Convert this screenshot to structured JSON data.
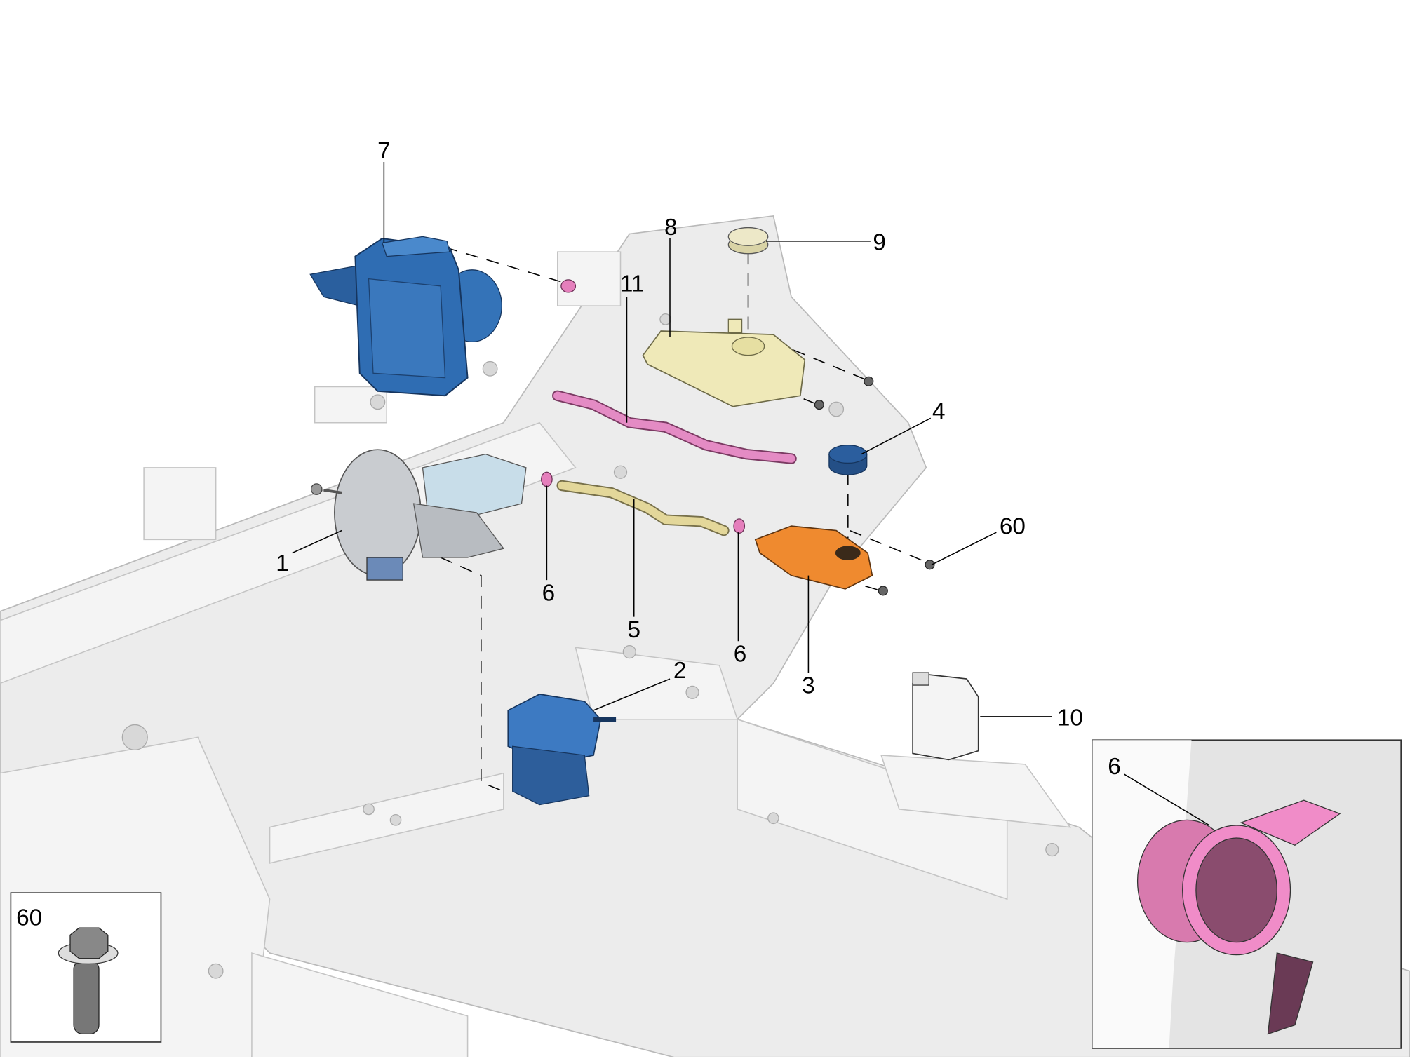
{
  "diagram": {
    "colors": {
      "abs_module": "#2f6db3",
      "reservoir_yellow": "#efe9b8",
      "hose_pink": "#e48bc4",
      "hose_yellow": "#e3d79a",
      "reservoir_orange": "#ef8a2f",
      "cap_blue": "#2b5e9e",
      "clip_pink": "#f08cc8",
      "frame_grey": "#ececec"
    },
    "callouts": [
      {
        "id": "7",
        "label": "7",
        "part": "abs-hydraulic-unit"
      },
      {
        "id": "8",
        "label": "8",
        "part": "brake-fluid-reservoir"
      },
      {
        "id": "9",
        "label": "9",
        "part": "reservoir-cap"
      },
      {
        "id": "11",
        "label": "11",
        "part": "pink-hose"
      },
      {
        "id": "4",
        "label": "4",
        "part": "reservoir-cap-blue"
      },
      {
        "id": "60",
        "label": "60",
        "part": "bolt"
      },
      {
        "id": "1",
        "label": "1",
        "part": "brake-booster-master-cylinder"
      },
      {
        "id": "6a",
        "label": "6",
        "part": "hose-clamp"
      },
      {
        "id": "5",
        "label": "5",
        "part": "yellow-hose"
      },
      {
        "id": "6b",
        "label": "6",
        "part": "hose-clamp"
      },
      {
        "id": "2",
        "label": "2",
        "part": "master-cylinder-reservoir"
      },
      {
        "id": "3",
        "label": "3",
        "part": "orange-reservoir"
      },
      {
        "id": "10",
        "label": "10",
        "part": "brake-fluid-container"
      }
    ],
    "insets": [
      {
        "label": "60",
        "part": "bolt-detail"
      },
      {
        "label": "6",
        "part": "hose-clamp-detail"
      }
    ]
  }
}
